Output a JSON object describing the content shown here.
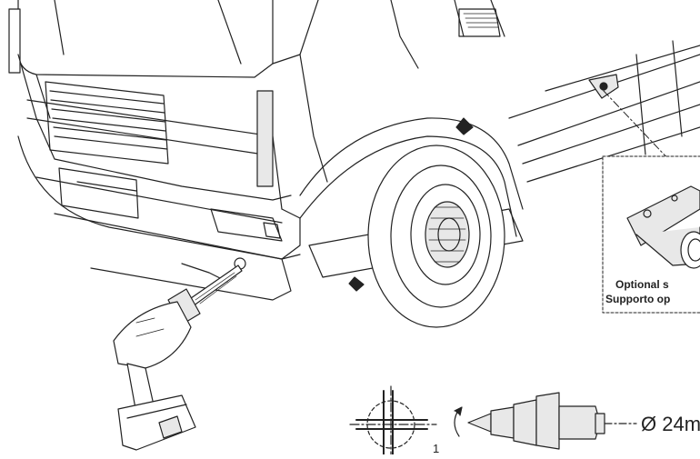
{
  "callout": {
    "line1": "Optional s",
    "line2": "Supporto op"
  },
  "dimension": {
    "label": "Ø 24m"
  },
  "step": {
    "marker": "1"
  },
  "colors": {
    "line": "#222222",
    "panel_fill": "#e8e8e8",
    "background": "#ffffff"
  }
}
